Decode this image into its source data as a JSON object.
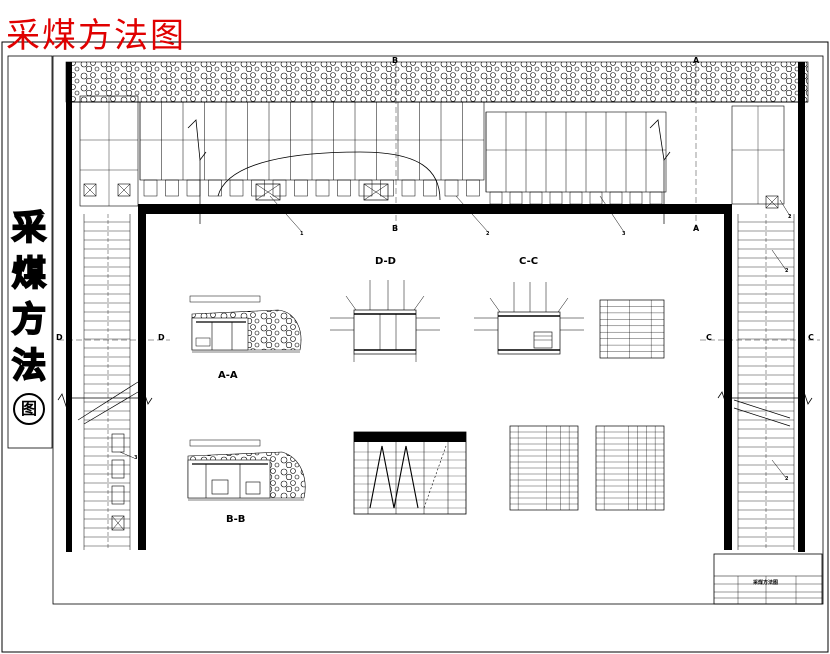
{
  "drawing": {
    "title": "采煤方法图",
    "side_title": [
      "采",
      "煤",
      "方",
      "法"
    ],
    "side_title_circle": "图",
    "section_markers": {
      "b_top": "B",
      "b_mid": "B",
      "a_top": "A",
      "a_mid": "A",
      "d_left1": "D",
      "d_left2": "D",
      "c_right1": "C",
      "c_right2": "C"
    },
    "callouts": [
      "1",
      "2",
      "3",
      "2",
      "2",
      "3",
      "2"
    ],
    "views": {
      "dd": "D-D",
      "cc": "C-C",
      "aa": "A-A",
      "bb": "B-B"
    },
    "title_block": {
      "main": "采煤方法图"
    }
  }
}
